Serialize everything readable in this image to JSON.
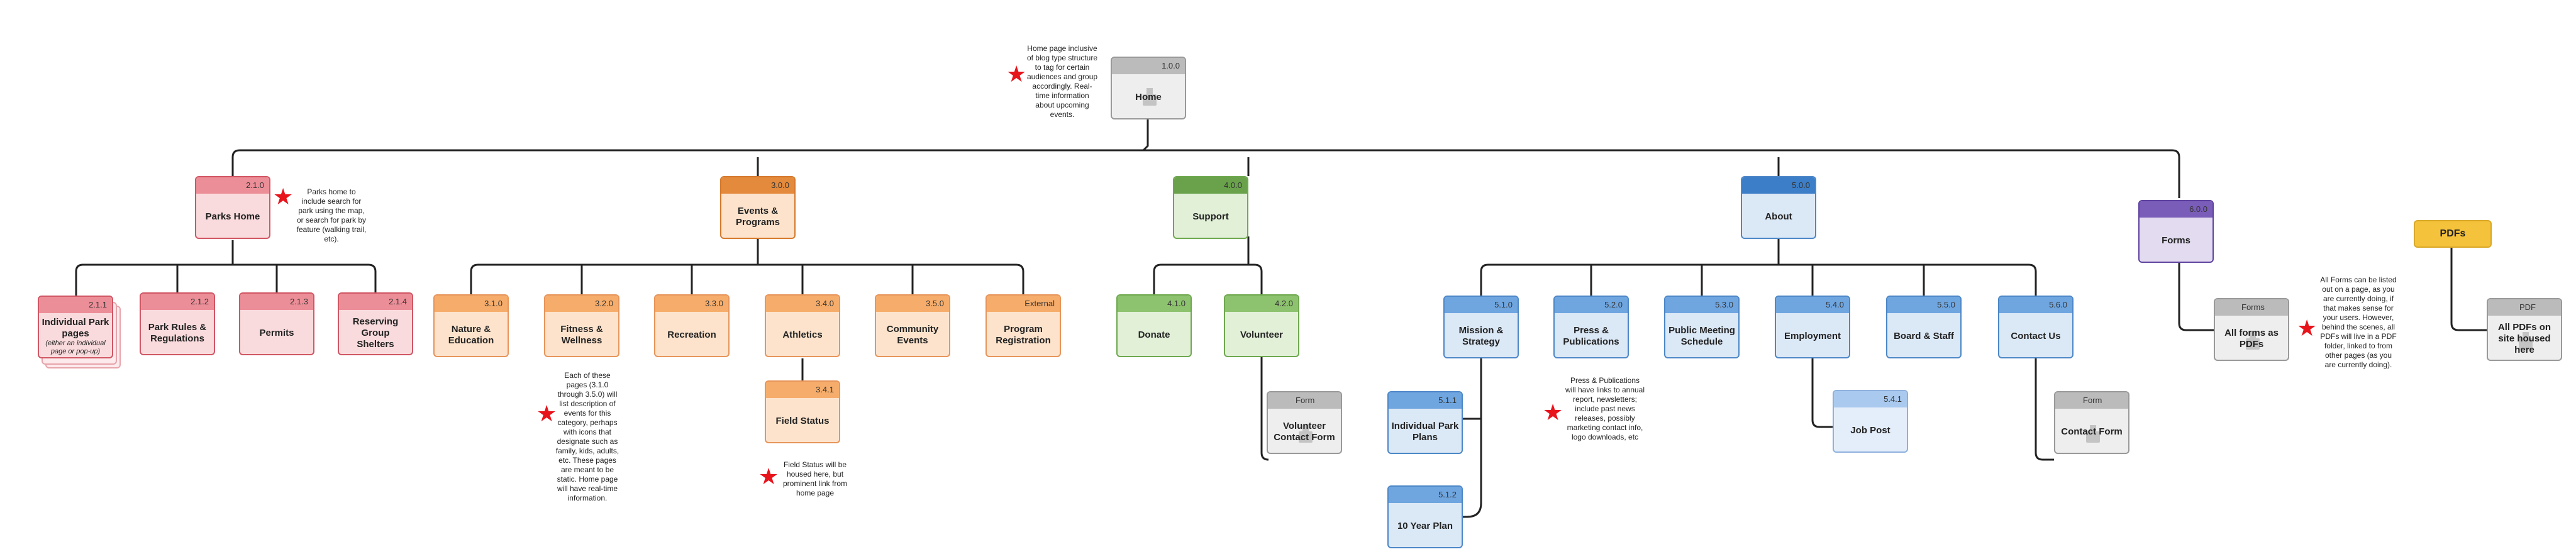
{
  "nodes": {
    "home": {
      "id": "1.0.0",
      "title": "Home"
    },
    "parks_home": {
      "id": "2.1.0",
      "title": "Parks Home"
    },
    "individual_park": {
      "id": "2.1.1",
      "title": "Individual Park pages",
      "subtitle": "(either an individual page or pop-up)"
    },
    "park_rules": {
      "id": "2.1.2",
      "title": "Park Rules & Regulations"
    },
    "permits": {
      "id": "2.1.3",
      "title": "Permits"
    },
    "shelters": {
      "id": "2.1.4",
      "title": "Reserving Group Shelters"
    },
    "events": {
      "id": "3.0.0",
      "title": "Events & Programs"
    },
    "nature": {
      "id": "3.1.0",
      "title": "Nature & Education"
    },
    "fitness": {
      "id": "3.2.0",
      "title": "Fitness & Wellness"
    },
    "recreation": {
      "id": "3.3.0",
      "title": "Recreation"
    },
    "athletics": {
      "id": "3.4.0",
      "title": "Athletics"
    },
    "community": {
      "id": "3.5.0",
      "title": "Community Events"
    },
    "program_reg": {
      "id": "External",
      "title": "Program Registration"
    },
    "field_status": {
      "id": "3.4.1",
      "title": "Field Status"
    },
    "support": {
      "id": "4.0.0",
      "title": "Support"
    },
    "donate": {
      "id": "4.1.0",
      "title": "Donate"
    },
    "volunteer": {
      "id": "4.2.0",
      "title": "Volunteer"
    },
    "volunteer_form": {
      "id": "Form",
      "title": "Volunteer Contact Form"
    },
    "about": {
      "id": "5.0.0",
      "title": "About"
    },
    "mission": {
      "id": "5.1.0",
      "title": "Mission & Strategy"
    },
    "individual_plans": {
      "id": "5.1.1",
      "title": "Individual Park Plans"
    },
    "ten_year": {
      "id": "5.1.2",
      "title": "10 Year Plan"
    },
    "press": {
      "id": "5.2.0",
      "title": "Press & Publications"
    },
    "meeting": {
      "id": "5.3.0",
      "title": "Public Meeting Schedule"
    },
    "employment": {
      "id": "5.4.0",
      "title": "Employment"
    },
    "job_post": {
      "id": "5.4.1",
      "title": "Job Post"
    },
    "board": {
      "id": "5.5.0",
      "title": "Board & Staff"
    },
    "contact": {
      "id": "5.6.0",
      "title": "Contact Us"
    },
    "contact_form": {
      "id": "Form",
      "title": "Contact Form"
    },
    "forms": {
      "id": "6.0.0",
      "title": "Forms"
    },
    "all_forms": {
      "id": "Forms",
      "title": "All forms as PDFs"
    },
    "pdfs": {
      "title": "PDFs"
    },
    "all_pdfs": {
      "id": "PDF",
      "title": "All PDFs on site housed here"
    }
  },
  "notes": {
    "home": "Home page inclusive of blog type structure to tag for certain audiences and group accordingly. Real-time information about upcoming events.",
    "parks": "Parks home to include search for park using the map, or search for park by feature (walking trail, etc).",
    "events": "Each of these pages (3.1.0 through 3.5.0) will list description of events for this category, perhaps with icons that designate such as family, kids, adults, etc. These pages are meant to be static. Home page will have real-time information.",
    "field": "Field Status will be housed here, but prominent link from home page",
    "press": "Press & Publications will have links to annual report, newsletters; include past news releases, possibly marketing contact info, logo downloads, etc",
    "forms": "All Forms can be listed out on a page, as you are currently doing, if that makes sense for your users. However, behind the scenes, all PDFs will live in a PDF folder, linked to from other pages (as you are currently doing)."
  },
  "colors": {
    "red": "#fadbdd",
    "orange": "#fde3cc",
    "green": "#e2f0d8",
    "blue": "#dbe8f6",
    "purple": "#e3dcf1",
    "gray": "#eeeeee",
    "pdfs": "#f5c23c",
    "star": "#e8141c",
    "wire": "#222222"
  },
  "icons": {
    "star": "★",
    "doc": "doc-icon"
  }
}
